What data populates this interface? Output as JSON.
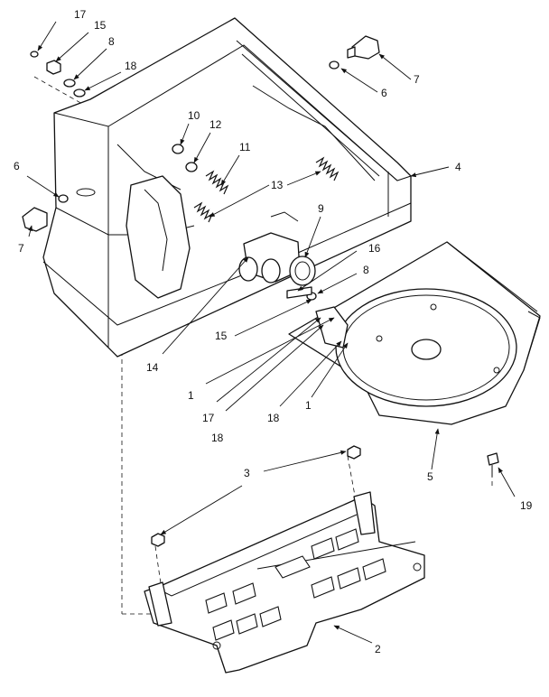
{
  "callouts": {
    "c1a": "1",
    "c1b": "1",
    "c2": "2",
    "c3": "3",
    "c4": "4",
    "c5": "5",
    "c6a": "6",
    "c6b": "6",
    "c7a": "7",
    "c7b": "7",
    "c8a": "8",
    "c8b": "8",
    "c9": "9",
    "c10": "10",
    "c11": "11",
    "c12": "12",
    "c13": "13",
    "c14": "14",
    "c15a": "15",
    "c15b": "15",
    "c16": "16",
    "c17a": "17",
    "c17b": "17",
    "c18a": "18",
    "c18b": "18",
    "c18c": "18",
    "c19": "19"
  }
}
